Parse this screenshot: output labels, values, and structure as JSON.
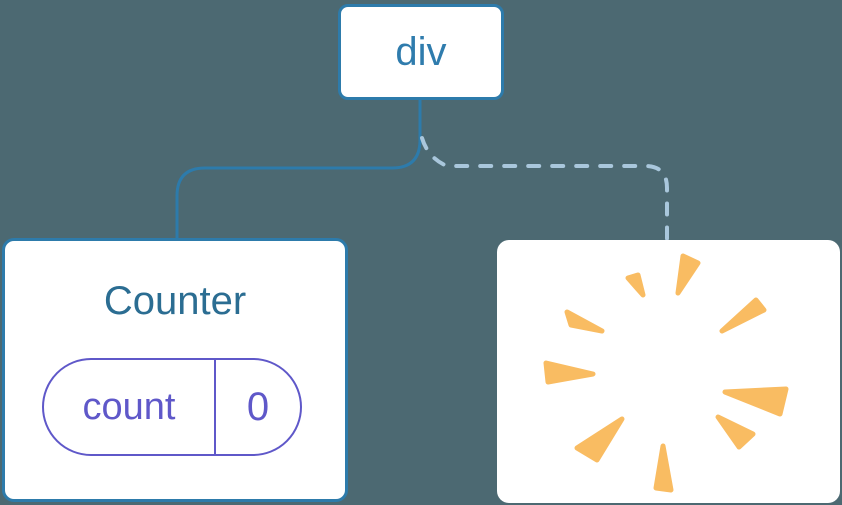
{
  "diagram": {
    "root": {
      "label": "div"
    },
    "counter": {
      "title": "Counter",
      "state_key": "count",
      "state_value": "0"
    },
    "removed": {
      "icon": "poof-icon"
    }
  },
  "colors": {
    "bg": "#4C6972",
    "node-bg": "#FFFFFF",
    "node-border": "#2D7BAB",
    "edge-solid": "#2D7BAB",
    "edge-dashed": "#A9C7DC",
    "root-label": "#2F7CAD",
    "counter-title": "#2B6D92",
    "state": "#5F58C9",
    "poof": "#F9BC62"
  }
}
